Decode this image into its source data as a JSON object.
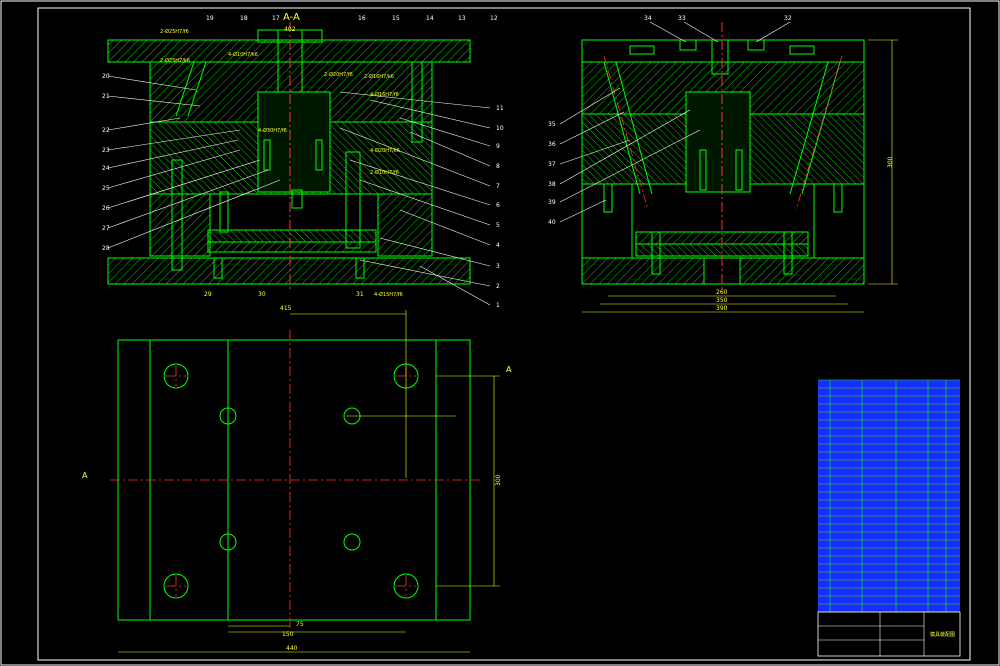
{
  "title": "A-A",
  "section_marker": "A",
  "colors": {
    "background": "#000000",
    "geometry": "#00ff00",
    "dimension": "#ffff00",
    "centerline": "#ff3333",
    "frame": "#ffffff",
    "table_fill": "#1a2cff"
  },
  "part_numbers_right": [
    "11",
    "10",
    "9",
    "8",
    "7",
    "6",
    "5",
    "4",
    "3",
    "2",
    "1"
  ],
  "part_numbers_left": [
    "20",
    "21",
    "22",
    "23",
    "24",
    "25",
    "26",
    "27",
    "28"
  ],
  "part_numbers_top": [
    "19",
    "18",
    "17",
    "16",
    "15",
    "14",
    "13",
    "12"
  ],
  "part_numbers_bottom": [
    "29",
    "30",
    "31"
  ],
  "part_numbers_side_top": [
    "34",
    "33",
    "32"
  ],
  "part_numbers_side_left": [
    "35",
    "36",
    "37",
    "38",
    "39",
    "40"
  ],
  "dimensions": {
    "front_top": "402",
    "side_height": "300",
    "side_w1": "260",
    "side_w2": "350",
    "side_w3": "390",
    "plan_w": "415",
    "plan_h": "300",
    "plan_bottom": "440",
    "plan_sub": "150",
    "plan_sub2": "75"
  },
  "fit_notes": [
    "2-Ø25H7/f6",
    "2-Ø25H7/k6",
    "4-Ø10H7/k6",
    "2-Ø20H7/f6",
    "2-Ø16H7/k6",
    "4-Ø16H7/f6",
    "4-Ø30H7/f6",
    "4-Ø20H7/k6",
    "2-Ø10H7/f6",
    "4-Ø15H7/f6"
  ],
  "title_block": {
    "designation": "模具装配图"
  }
}
